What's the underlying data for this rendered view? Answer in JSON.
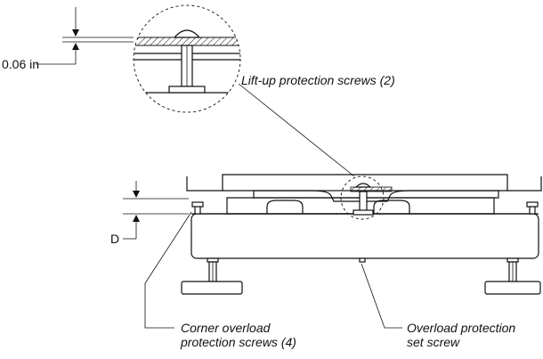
{
  "labels": {
    "dim_top": "0.06 in",
    "lift_up": "Lift-up protection screws (2)",
    "dim_d": "D",
    "corner_line1": "Corner overload",
    "corner_line2": "protection screws (4)",
    "set_line1": "Overload protection",
    "set_line2": "set screw"
  }
}
